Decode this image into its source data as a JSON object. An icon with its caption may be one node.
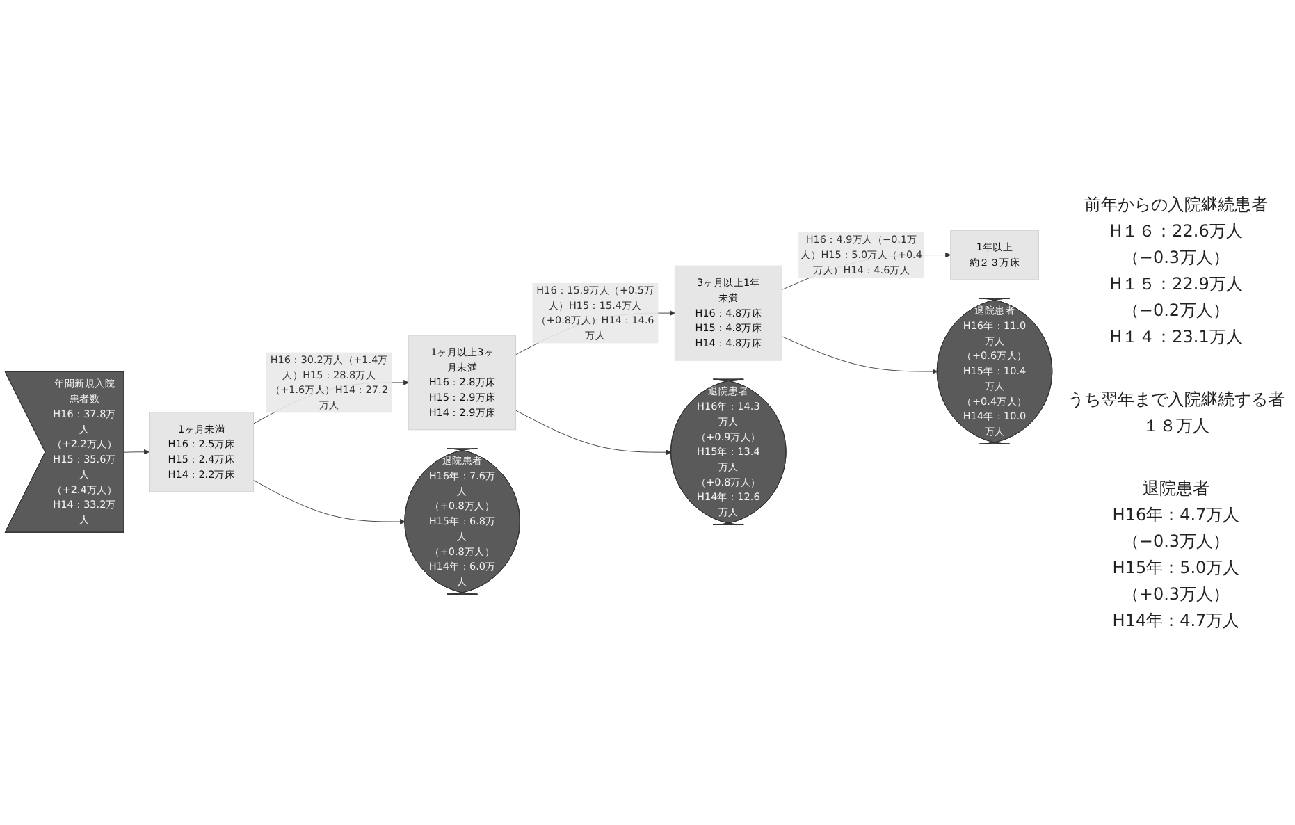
{
  "diagram": {
    "nodes": [
      {
        "text": [
          "年間新規入院患者数",
          "H16：37.8万人",
          "（+2.2万人）",
          "H15：35.6万人",
          "（+2.4万人）",
          "H14：33.2万人"
        ]
      },
      {
        "text": [
          "1ヶ月未満",
          "H16：2.5万床",
          "H15：2.4万床",
          "H14：2.2万床"
        ]
      },
      {
        "text": [
          "1ヶ月以上3ヶ月未満",
          "H16：2.8万床",
          "H15：2.9万床",
          "H14：2.9万床"
        ]
      },
      {
        "text": [
          "3ヶ月以上1年未満",
          "H16：4.8万床",
          "H15：4.8万床",
          "H14：4.8万床"
        ]
      },
      {
        "text": [
          "1年以上",
          "約２３万床"
        ]
      },
      {
        "text": [
          "退院患者",
          "H16年：7.6万人",
          "（+0.8万人）",
          "H15年：6.8万人",
          "（+0.8万人）",
          "H14年：6.0万人"
        ]
      },
      {
        "text": [
          "退院患者",
          "H16年：14.3万人",
          "（+0.9万人）",
          "H15年：13.4万人",
          "（+0.8万人）",
          "H14年：12.6万人"
        ]
      },
      {
        "text": [
          "退院患者",
          "H16年：11.0万人",
          "（+0.6万人）",
          "H15年：10.4万人",
          "（+0.4万人）",
          "H14年：10.0万人"
        ]
      }
    ],
    "edges": [
      {
        "from": 0,
        "to": 1,
        "arrow": "to"
      },
      {
        "from": 1,
        "to": 2,
        "arrow": "to",
        "label": "H16：30.2万人（+1.4万人）H15：28.8万人（+1.6万人）H14：27.2万人"
      },
      {
        "from": 2,
        "to": 3,
        "arrow": "to",
        "label": "H16：15.9万人（+0.5万人）H15：15.4万人（+0.8万人）H14：14.6万人"
      },
      {
        "from": 3,
        "to": 4,
        "arrow": "to",
        "label": "H16：4.9万人（−0.1万人）H15：5.0万人（+0.4万人）H14：4.6万人"
      },
      {
        "from": 1,
        "to": 5,
        "arrow": "to"
      },
      {
        "from": 2,
        "to": 6,
        "arrow": "to"
      },
      {
        "from": 3,
        "to": 7,
        "arrow": "to"
      }
    ],
    "labels": [
      "前年からの入院継続患者",
      "H１６：22.6万人",
      "（−0.3万人）",
      "H１５：22.9万人",
      "（−0.2万人）",
      "H１４：23.1万人",
      "うち翌年まで入院継続する者",
      "１８万人",
      "退院患者",
      "H16年：4.7万人",
      "（−0.3万人）",
      "H15年：5.0万人",
      "（+0.3万人）",
      "H14年：4.7万人"
    ]
  }
}
